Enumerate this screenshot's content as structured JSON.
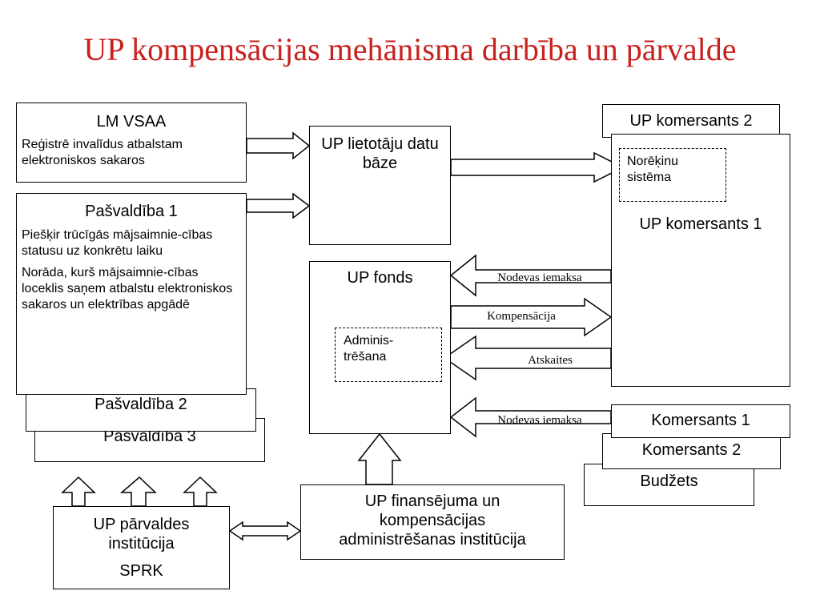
{
  "title": "UP kompensācijas mehānisma darbība un pārvalde",
  "lm_vsaa": {
    "title": "LM VSAA",
    "text": "Reģistrē invalīdus atbalstam elektroniskos sakaros"
  },
  "pasvaldiba1": {
    "title": "Pašvaldība 1",
    "text1": "Piešķir trūcīgās mājsaimnie-cības statusu uz konkrētu laiku",
    "text2": "Norāda, kurš mājsaimnie-cības loceklis saņem atbalstu elektroniskos sakaros un elektrības apgādē"
  },
  "pasvaldiba2": "Pašvaldība 2",
  "pasvaldiba3": "Pašvaldība 3",
  "database": "UP lietotāju datu bāze",
  "fonds": {
    "title": "UP fonds",
    "admin": "Adminis-trēšana"
  },
  "komersants_up2": "UP komersants 2",
  "komersants_up1": {
    "title": "UP komersants 1",
    "billing": "Norēķinu sistēma"
  },
  "komersants1": "Komersants 1",
  "komersants2": "Komersants 2",
  "budzets": "Budžets",
  "parvaldes": {
    "line1": "UP pārvaldes institūcija",
    "line2": "SPRK"
  },
  "finansejuma": "UP finansējuma un kompensācijas administrēšanas institūcija",
  "arrow_labels": {
    "nodevas1": "Nodevas iemaksa",
    "kompensacija": "Kompensācija",
    "atskaites": "Atskaites",
    "nodevas2": "Nodevas iemaksa"
  }
}
